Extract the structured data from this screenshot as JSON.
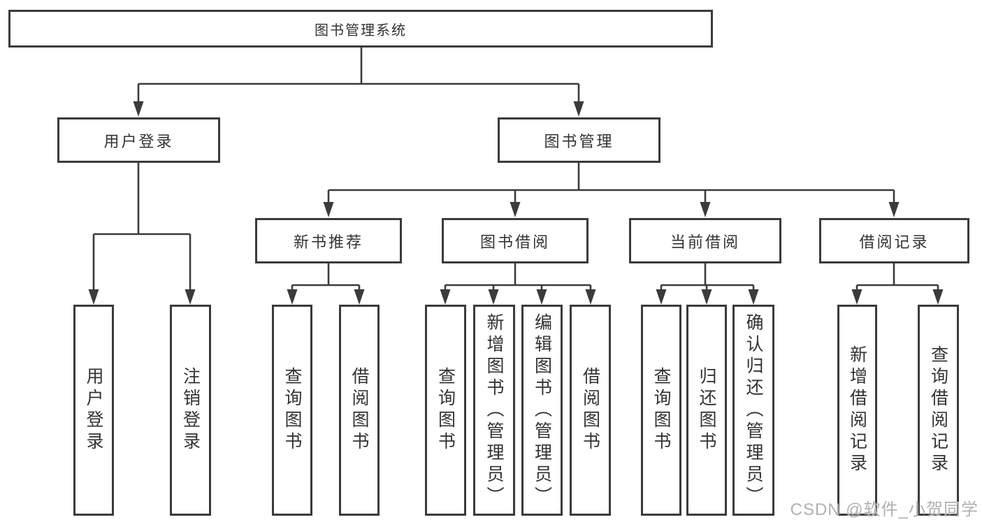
{
  "tree": {
    "label": "图书管理系统",
    "children": [
      {
        "label": "用户登录",
        "children": [
          {
            "label": "用户登录"
          },
          {
            "label": "注销登录"
          }
        ]
      },
      {
        "label": "图书管理",
        "children": [
          {
            "label": "新书推荐",
            "children": [
              {
                "label": "查询图书"
              },
              {
                "label": "借阅图书"
              }
            ]
          },
          {
            "label": "图书借阅",
            "children": [
              {
                "label": "查询图书"
              },
              {
                "label": "新增图书（管理员）"
              },
              {
                "label": "编辑图书（管理员）"
              },
              {
                "label": "借阅图书"
              }
            ]
          },
          {
            "label": "当前借阅",
            "children": [
              {
                "label": "查询图书"
              },
              {
                "label": "归还图书"
              },
              {
                "label": "确认归还（管理员）"
              }
            ]
          },
          {
            "label": "借阅记录",
            "children": [
              {
                "label": "新增借阅记录"
              },
              {
                "label": "查询借阅记录"
              }
            ]
          }
        ]
      }
    ]
  },
  "watermark": {
    "text": "CSDN @软件_小贺同学"
  },
  "colors": {
    "line": "#3b3b3b",
    "text": "#333333",
    "background": "#ffffff",
    "watermark": "#b1b1b1"
  }
}
